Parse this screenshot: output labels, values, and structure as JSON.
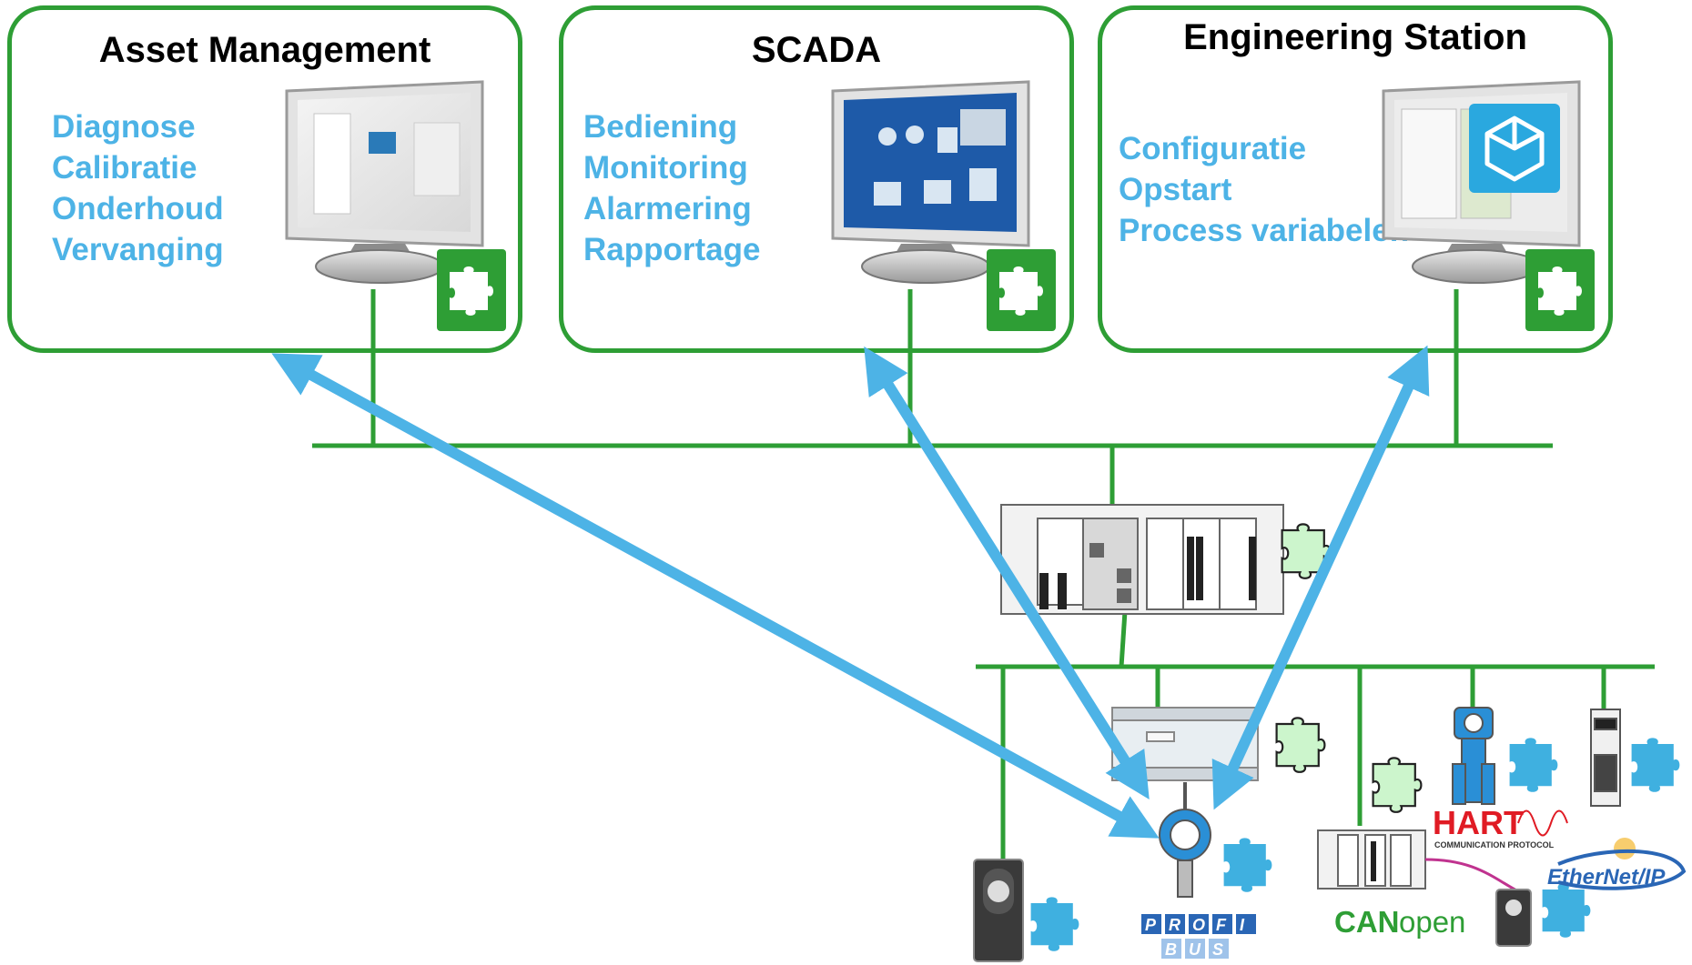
{
  "panels": {
    "asset": {
      "title": "Asset Management",
      "functions": [
        "Diagnose",
        "Calibratie",
        "Onderhoud",
        "Vervanging"
      ]
    },
    "scada": {
      "title": "SCADA",
      "functions": [
        "Bediening",
        "Monitoring",
        "Alarmering",
        "Rapportage"
      ]
    },
    "engineering": {
      "title": "Engineering Station",
      "functions": [
        "Configuratie",
        "Opstart",
        "Process variabelen"
      ]
    }
  },
  "protocols": {
    "hart": "HART",
    "hart_sub": "COMMUNICATION PROTOCOL",
    "ethernet_ip": "EtherNet/IP",
    "canopen_can": "CAN",
    "canopen_open": "open",
    "profibus_top": [
      "P",
      "R",
      "O",
      "F",
      "I"
    ],
    "profibus_bottom": [
      "B",
      "U",
      "S"
    ]
  },
  "colors": {
    "network_line": "#2e9e35",
    "panel_border": "#2e9e35",
    "function_text": "#4db3e6",
    "arrow": "#4db3e6",
    "puzzle_green": "#2e9e35",
    "puzzle_light": "#ccf5cc",
    "puzzle_blue": "#3fb0e0",
    "hart_red": "#e01b24"
  },
  "icons": {
    "panel_puzzle": "puzzle-piece-icon",
    "monitor": "monitor-icon",
    "app_logo": "cube-logo-icon"
  }
}
